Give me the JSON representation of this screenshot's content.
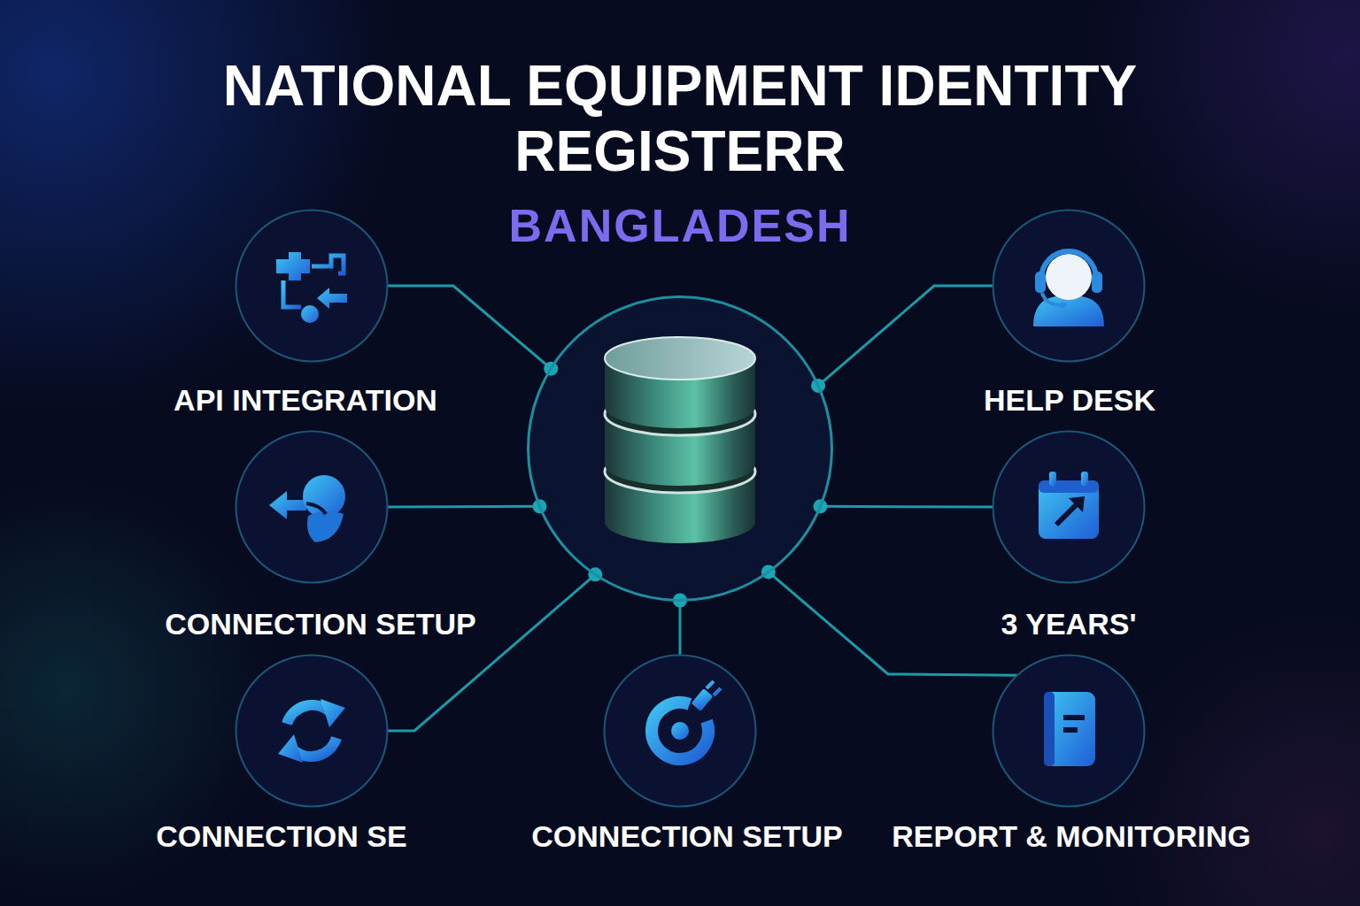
{
  "diagram": {
    "title": "NATIONAL EQUIPMENT IDENTITY REGISTERR",
    "nodes": [
      {
        "text": [
          "API INTEGRATION"
        ]
      },
      {
        "text": [
          "HELP DESK"
        ]
      },
      {
        "text": []
      },
      {
        "text": [
          "CONNECTION SETUP"
        ]
      },
      {
        "text": [
          "3 YEARS'"
        ]
      },
      {
        "text": [
          "CONNECTION SE"
        ]
      },
      {
        "text": [
          "CONNECTION SETUP"
        ]
      },
      {
        "text": [
          "REPORT & MONITORING"
        ]
      }
    ],
    "edges": [
      {
        "from": 0,
        "to": 2,
        "arrow": "none"
      },
      {
        "from": 1,
        "to": 2,
        "arrow": "none"
      },
      {
        "from": 3,
        "to": 2,
        "arrow": "none"
      },
      {
        "from": 4,
        "to": 2,
        "arrow": "none"
      },
      {
        "from": 5,
        "to": 2,
        "arrow": "none"
      },
      {
        "from": 6,
        "to": 2,
        "arrow": "none"
      },
      {
        "from": 7,
        "to": 2,
        "arrow": "none"
      }
    ],
    "labels": [
      "BANGLADESH"
    ]
  }
}
